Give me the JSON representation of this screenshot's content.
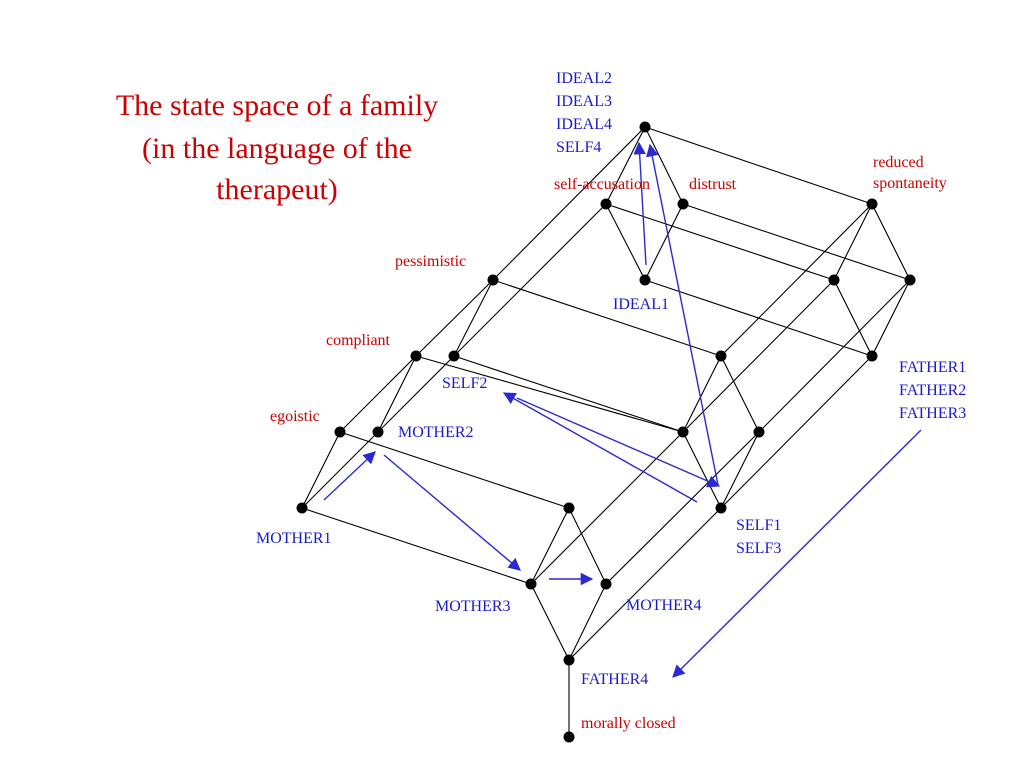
{
  "title": {
    "line1": "The state space of a family",
    "line2": "(in the language of the",
    "line3": "therapeut)"
  },
  "labels": {
    "ideal_top": [
      "IDEAL2",
      "IDEAL3",
      "IDEAL4",
      "SELF4"
    ],
    "self_accusation": "self-accusation",
    "distrust": "distrust",
    "reduced_spontaneity": [
      "reduced",
      "spontaneity"
    ],
    "pessimistic": "pessimistic",
    "ideal1": "IDEAL1",
    "compliant": "compliant",
    "father_group": [
      "FATHER1",
      "FATHER2",
      "FATHER3"
    ],
    "self2": "SELF2",
    "egoistic": "egoistic",
    "mother2": "MOTHER2",
    "mother1": "MOTHER1",
    "self13": [
      "SELF1",
      "SELF3"
    ],
    "mother3": "MOTHER3",
    "mother4": "MOTHER4",
    "father4": "FATHER4",
    "morally_closed": "morally closed"
  },
  "colors": {
    "title": "#cc0000",
    "attribute_label": "#cc0000",
    "state_label": "#1a1acc",
    "arrow": "#2a2ad0",
    "edge": "#000000"
  }
}
